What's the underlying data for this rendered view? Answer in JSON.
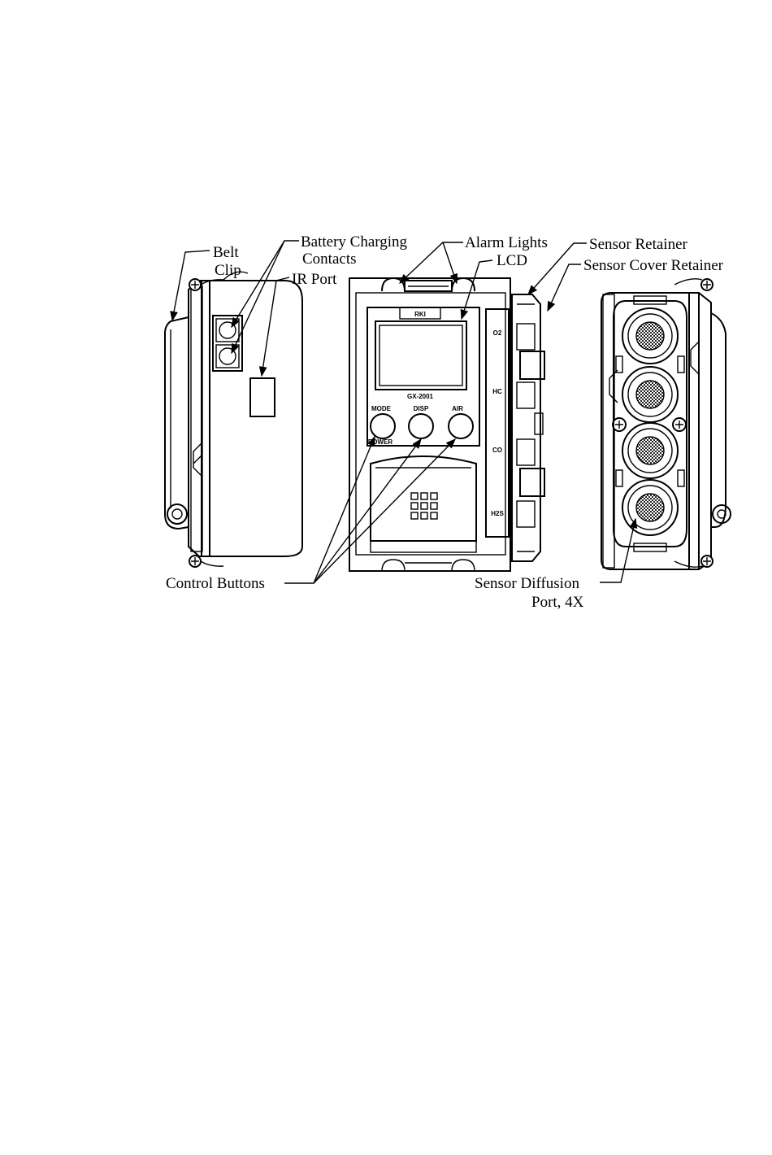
{
  "labels": {
    "belt_clip_line1": "Belt",
    "belt_clip_line2": "Clip",
    "battery_line1": "Battery Charging",
    "battery_line2": "Contacts",
    "ir_port": "IR Port",
    "alarm_lights": "Alarm Lights",
    "lcd": "LCD",
    "sensor_retainer": "Sensor Retainer",
    "sensor_cover_retainer": "Sensor Cover Retainer",
    "control_buttons": "Control Buttons",
    "diffusion_line1": "Sensor Diffusion",
    "diffusion_line2": "Port, 4X"
  },
  "device": {
    "brand": "RKI",
    "model": "GX-2001",
    "btn_mode": "MODE",
    "btn_power": "POWER",
    "btn_disp": "DISP",
    "btn_air": "AIR",
    "gases": [
      "O2",
      "HC",
      "CO",
      "H2S"
    ]
  }
}
